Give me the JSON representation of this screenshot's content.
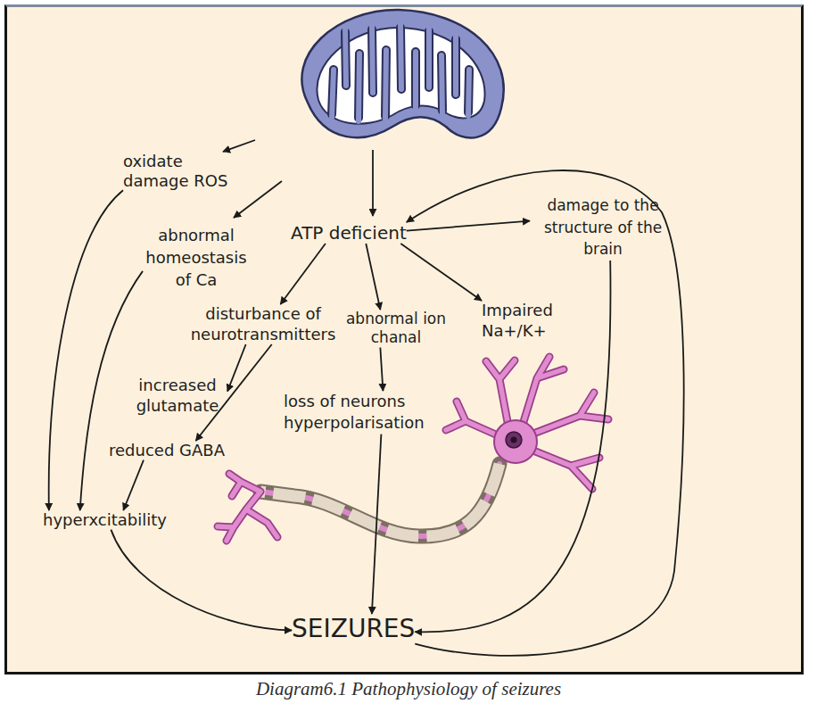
{
  "diagram": {
    "caption": "Diagram6.1 Pathophysiology of seizures",
    "nodes": [
      {
        "text": [
          "oxidate damage ROS"
        ]
      },
      {
        "text": [
          "ATP deficient"
        ]
      },
      {
        "text": [
          "damage to the structure of the brain"
        ]
      },
      {
        "text": [
          "abnormal homeostasis of Ca"
        ]
      },
      {
        "text": [
          "disturbance of neurotransmitters"
        ]
      },
      {
        "text": [
          "abnormal ion chanal"
        ]
      },
      {
        "text": [
          "Impaired Na+/K+"
        ]
      },
      {
        "text": [
          "increased glutamate"
        ]
      },
      {
        "text": [
          "loss of neurons hyperpolarisation"
        ]
      },
      {
        "text": [
          "reduced GABA"
        ]
      },
      {
        "text": [
          "hyperxcitability"
        ]
      },
      {
        "text": [
          "SEIZURES"
        ]
      }
    ],
    "edges": [
      {
        "from": 1,
        "to": 2,
        "arrow": "to"
      },
      {
        "from": 1,
        "to": 4,
        "arrow": "to"
      },
      {
        "from": 1,
        "to": 5,
        "arrow": "to"
      },
      {
        "from": 1,
        "to": 6,
        "arrow": "to"
      },
      {
        "from": 4,
        "to": 7,
        "arrow": "to"
      },
      {
        "from": 4,
        "to": 9,
        "arrow": "to"
      },
      {
        "from": 9,
        "to": 10,
        "arrow": "to"
      },
      {
        "from": 5,
        "to": 8,
        "arrow": "to"
      },
      {
        "from": 8,
        "to": 11,
        "arrow": "to"
      },
      {
        "from": 0,
        "to": 10,
        "arrow": "to"
      },
      {
        "from": 3,
        "to": 10,
        "arrow": "to"
      },
      {
        "from": 10,
        "to": 11,
        "arrow": "to"
      },
      {
        "from": 2,
        "to": 11,
        "arrow": "to"
      },
      {
        "from": 11,
        "to": 1,
        "arrow": "to"
      }
    ]
  }
}
